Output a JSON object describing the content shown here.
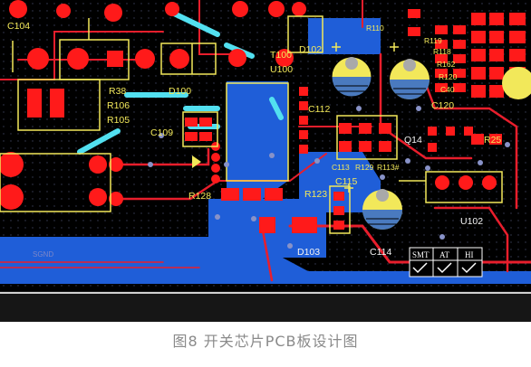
{
  "figure": {
    "caption": "图8 开关芯片PCB板设计图",
    "labels": {
      "c104": "C104",
      "r38": "R38",
      "r106": "R106",
      "r105": "R105",
      "d100": "D100",
      "t100": "T100",
      "u100": "U100",
      "d102": "D102",
      "r110": "R110",
      "r119": "R119",
      "r118": "R118",
      "r162": "R162",
      "r120": "R120",
      "c40": "C40",
      "c120": "C120",
      "c112": "C112",
      "c109": "C109",
      "q14": "Q14",
      "r25": "R25",
      "c113": "C113",
      "r129": "R129",
      "r113": "R113#",
      "c115": "C115",
      "r128": "R128",
      "r123": "R123",
      "d103": "D103",
      "c114": "C114",
      "u102": "U102",
      "sgnd": "SGND",
      "smt": "SMT",
      "at": "AT",
      "hi": "HI"
    },
    "colors": {
      "board": "#000000",
      "pad": "#ff1a1a",
      "trace": "#e81e2c",
      "copper_pour": "#1f5ed8",
      "silkscreen": "#f2e85a",
      "keepout": "#52e0f0",
      "via": "#8892c8"
    }
  }
}
